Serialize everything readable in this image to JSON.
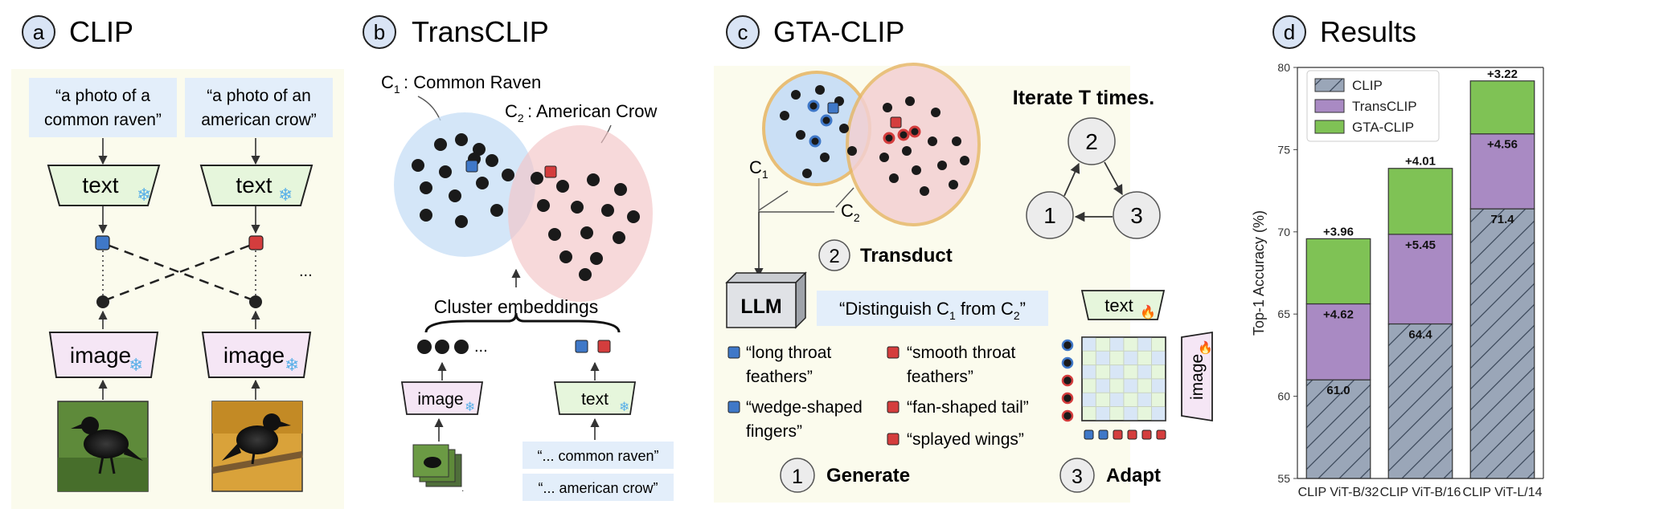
{
  "panels": [
    {
      "letter": "a",
      "title": "CLIP"
    },
    {
      "letter": "b",
      "title": "TransCLIP"
    },
    {
      "letter": "c",
      "title": "GTA-CLIP"
    },
    {
      "letter": "d",
      "title": "Results"
    }
  ],
  "clip": {
    "prompt_left": [
      "“a photo of a",
      "common raven”"
    ],
    "prompt_right": [
      "“a photo of an",
      "american crow”"
    ],
    "text_label": "text",
    "image_label": "image",
    "ellipsis": "..."
  },
  "transclip": {
    "c1_label": ": Common Raven",
    "c2_label": ": American Crow",
    "cluster_label": "Cluster embeddings",
    "image_label": "image",
    "text_label": "text",
    "dots_ellipsis": "...",
    "prompt_1": "“... common raven”",
    "prompt_2": "“... american crow”"
  },
  "gta": {
    "iterate": "Iterate T times.",
    "c1": "C",
    "c2": "C",
    "sub1": "1",
    "sub2": "2",
    "step1_num": "1",
    "step2_num": "2",
    "step3_num": "3",
    "step1": "Generate",
    "step2": "Transduct",
    "step3": "Adapt",
    "llm": "LLM",
    "query_pre": "“Distinguish C",
    "query_mid": " from C",
    "query_post": "”",
    "text_label": "text",
    "image_label": "image",
    "attrs_blue": [
      [
        "“long throat",
        "feathers”"
      ],
      [
        "“wedge-shaped",
        "fingers”"
      ]
    ],
    "attrs_red": [
      [
        "“smooth throat",
        "feathers”"
      ],
      [
        "“fan-shaped tail”"
      ],
      [
        "“splayed wings”"
      ]
    ]
  },
  "chart_data": {
    "type": "bar",
    "stacked": true,
    "categories": [
      "CLIP ViT-B/32",
      "CLIP ViT-B/16",
      "CLIP ViT-L/14"
    ],
    "ylabel": "Top-1 Accuracy (%)",
    "ylim": [
      55,
      80
    ],
    "yticks": [
      "55",
      "60",
      "65",
      "70",
      "75",
      "80"
    ],
    "legend_position": "top-left",
    "series": [
      {
        "name": "CLIP",
        "values": [
          61.0,
          64.4,
          71.4
        ],
        "labels": [
          "61.0",
          "64.4",
          "71.4"
        ],
        "color": "#9aa6b8"
      },
      {
        "name": "TransCLIP",
        "values": [
          4.62,
          5.45,
          4.56
        ],
        "labels": [
          "+4.62",
          "+5.45",
          "+4.56"
        ],
        "color": "#a98ac3"
      },
      {
        "name": "GTA-CLIP",
        "values": [
          3.96,
          4.01,
          3.22
        ],
        "labels": [
          "+3.96",
          "+4.01",
          "+3.22"
        ],
        "color": "#7fc255"
      }
    ]
  }
}
